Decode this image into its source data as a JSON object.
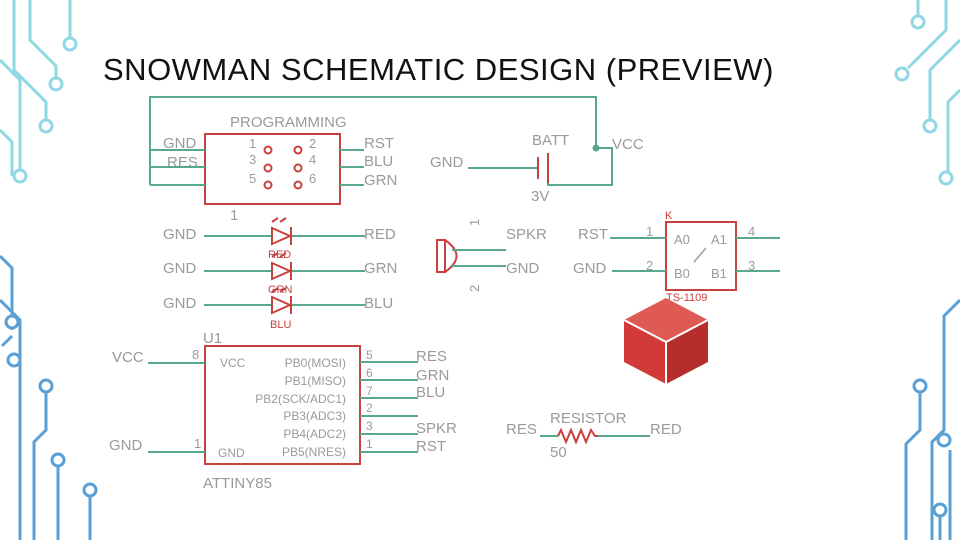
{
  "title": "SNOWMAN SCHEMATIC DESIGN (PREVIEW)",
  "colors": {
    "net": "#5aa88c",
    "text": "#9a9a9a",
    "part": "#c8413c",
    "cube": "#d13a36",
    "circuit_cyan": "#8fd8e4",
    "circuit_blue": "#5aa0d4"
  },
  "programming": {
    "title": "PROGRAMMING",
    "left_labels": [
      "GND",
      "RES"
    ],
    "pin_numbers": [
      "1",
      "2",
      "3",
      "4",
      "5",
      "6"
    ],
    "right_labels": [
      "RST",
      "BLU",
      "GRN"
    ],
    "part_marker": "1"
  },
  "battery": {
    "name": "BATT",
    "value": "3V",
    "left_label": "GND",
    "right_label": "VCC"
  },
  "leds": [
    {
      "left": "GND",
      "name": "RED",
      "right": "RED"
    },
    {
      "left": "GND",
      "name": "GRN",
      "right": "GRN"
    },
    {
      "left": "GND",
      "name": "BLU",
      "right": "BLU"
    }
  ],
  "speaker": {
    "pin1": "1",
    "pin2": "2",
    "label_top": "SPKR",
    "label_bottom": "GND"
  },
  "switch": {
    "ref": "K",
    "name": "TS-1109",
    "left_labels": [
      "RST",
      "GND"
    ],
    "left_pins": [
      "1",
      "2"
    ],
    "right_pins": [
      "4",
      "3"
    ],
    "inner": [
      "A0",
      "A1",
      "B0",
      "B1"
    ]
  },
  "mcu": {
    "ref": "U1",
    "name": "ATTINY85",
    "vcc_label": "VCC",
    "vcc_pin": "8",
    "gnd_label": "GND",
    "gnd_pin": "1",
    "inner_vcc": "VCC",
    "inner_gnd": "GND",
    "pins": [
      {
        "name": "PB0(MOSI)",
        "num": "5",
        "net": "RES"
      },
      {
        "name": "PB1(MISO)",
        "num": "6",
        "net": "GRN"
      },
      {
        "name": "PB2(SCK/ADC1)",
        "num": "7",
        "net": "BLU"
      },
      {
        "name": "PB3(ADC3)",
        "num": "2",
        "net": "SPKR"
      },
      {
        "name": "PB4(ADC2)",
        "num": "3",
        "net": "RST"
      },
      {
        "name": "PB5(NRES)",
        "num": "1",
        "net": ""
      }
    ]
  },
  "resistor": {
    "name": "RESISTOR",
    "value": "50",
    "left": "RES",
    "right": "RED"
  }
}
